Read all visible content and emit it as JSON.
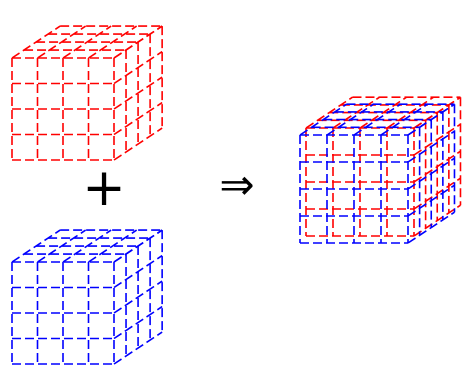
{
  "diagram": {
    "operators": {
      "plus": "+",
      "implies": "⇒"
    },
    "colors": {
      "red": "#ff0000",
      "blue": "#0000ff",
      "text": "#000000"
    },
    "cubes": [
      {
        "id": "red-cube",
        "color": "red",
        "grid": 4
      },
      {
        "id": "blue-cube",
        "color": "blue",
        "grid": 4
      },
      {
        "id": "combined-cube",
        "colors": [
          "red",
          "blue"
        ],
        "grid": 4
      }
    ]
  }
}
